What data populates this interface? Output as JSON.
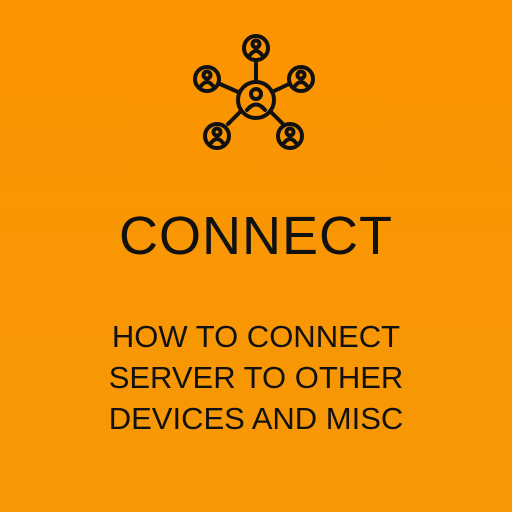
{
  "icon": {
    "name": "network-people-icon"
  },
  "title": "CONNECT",
  "subtitle_lines": [
    "HOW TO CONNECT",
    "SERVER TO OTHER",
    "DEVICES AND MISC"
  ],
  "colors": {
    "background": "#f99600",
    "foreground": "#111111"
  }
}
